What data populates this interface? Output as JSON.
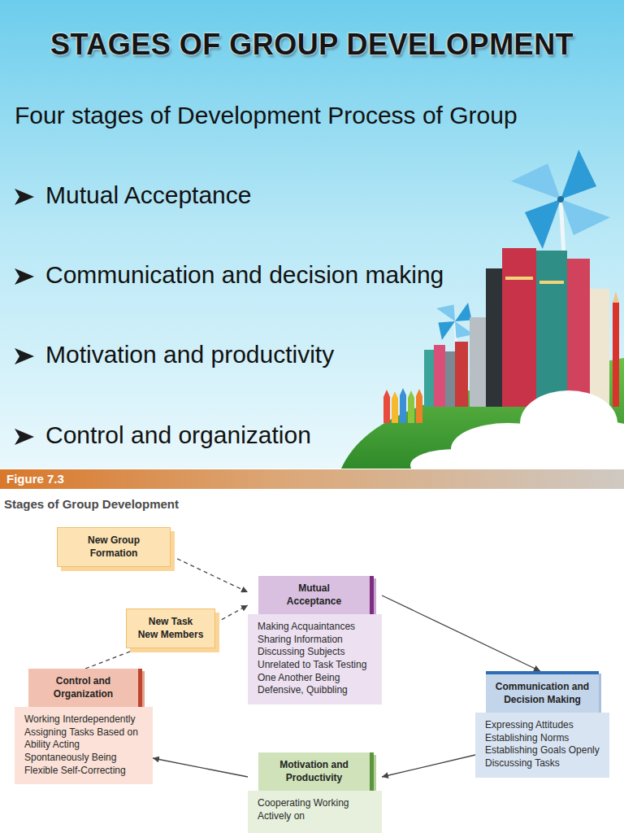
{
  "diagram": {
    "title": "STAGES OF GROUP DEVELOPMENT",
    "nodes": [
      {
        "text": [
          "New Group Formation"
        ]
      },
      {
        "text": [
          "New Task New Members"
        ]
      },
      {
        "text": [
          "Mutual Acceptance",
          "Making Acquaintances Sharing Information Discussing Subjects Unrelated to Task Testing One Another Being Defensive, Quibbling"
        ]
      },
      {
        "text": [
          "Communication and Decision Making",
          "Expressing Attitudes Establishing Norms Establishing Goals Openly Discussing Tasks"
        ]
      },
      {
        "text": [
          "Motivation and Productivity",
          "Cooperating Working Actively on"
        ]
      },
      {
        "text": [
          "Control and Organization",
          "Working Interdependently Assigning Tasks Based on Ability Acting Spontaneously Being Flexible Self-Correcting"
        ]
      }
    ],
    "edges": [
      {
        "from": 0,
        "to": 2,
        "arrow": "to"
      },
      {
        "from": 1,
        "to": 2,
        "arrow": "to"
      },
      {
        "from": 2,
        "to": 3,
        "arrow": "to"
      },
      {
        "from": 3,
        "to": 4,
        "arrow": "to"
      },
      {
        "from": 4,
        "to": 5,
        "arrow": "to"
      },
      {
        "from": 5,
        "to": 1,
        "arrow": "none"
      }
    ],
    "labels": [
      "Four stages of Development Process of Group",
      "Mutual Acceptance",
      "Communication and decision making",
      "Motivation and productivity",
      "Control and organization",
      "Figure 7.3",
      "Stages of Group Development"
    ]
  }
}
